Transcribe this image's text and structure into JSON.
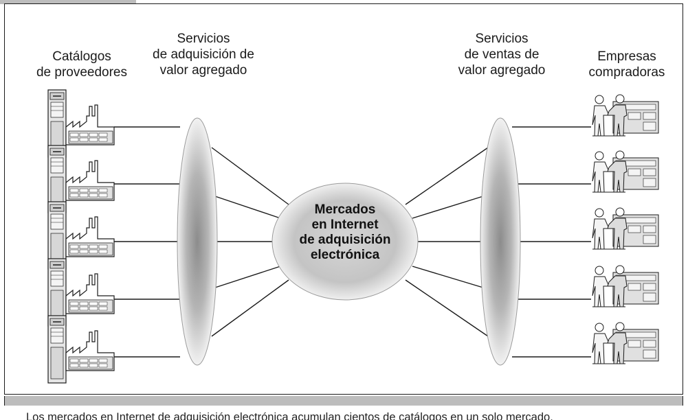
{
  "columns": {
    "suppliers": [
      "Catálogos",
      "de proveedores"
    ],
    "procurement_services": [
      "Servicios",
      "de adquisición de",
      "valor agregado"
    ],
    "sales_services": [
      "Servicios",
      "de ventas de",
      "valor agregado"
    ],
    "buyers": [
      "Empresas",
      "compradoras"
    ]
  },
  "hub": [
    "Mercados",
    "en Internet",
    "de adquisición",
    "electrónica"
  ],
  "caption": "Los mercados en Internet de adquisición electrónica acumulan cientos de catálogos en un solo mercado.",
  "colors": {
    "frame": "#1a1a1a",
    "band": "#bdbdbd",
    "ellipse_light": "#f2f2f2",
    "ellipse_dark": "#8c8c8c"
  },
  "icons": {
    "supplier": "factory-server-icon",
    "buyer": "handshake-buyers-icon"
  }
}
